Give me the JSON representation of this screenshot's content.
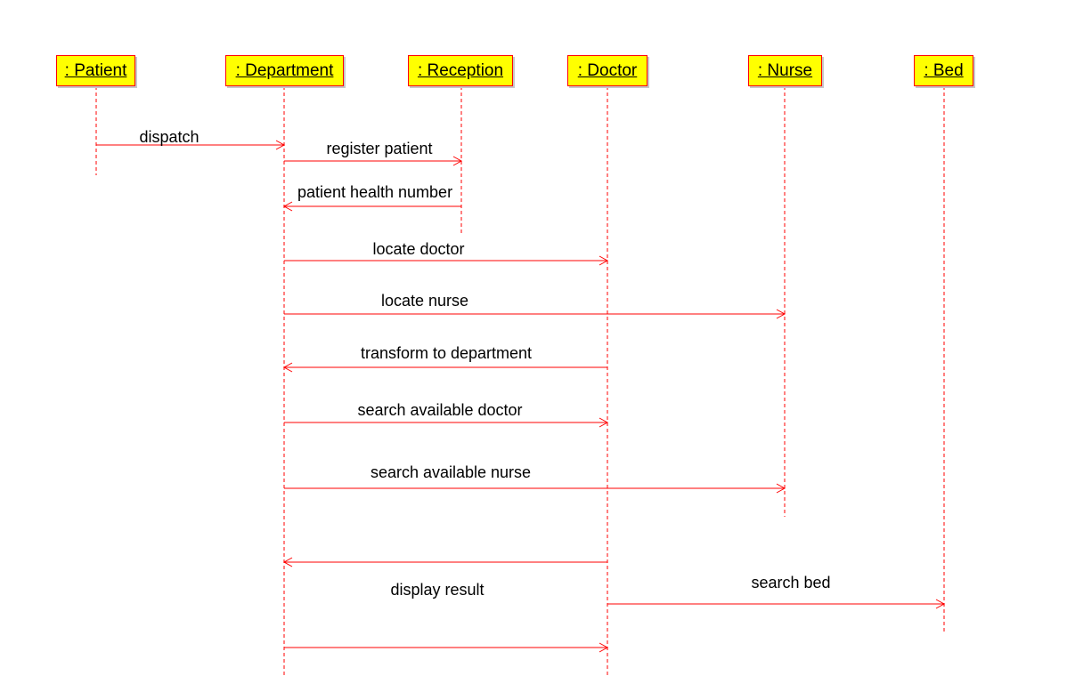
{
  "diagram": {
    "line_color": "#ff0000",
    "box_fill": "#ffff00",
    "actors": [
      {
        "id": "patient",
        "label": ": Patient"
      },
      {
        "id": "department",
        "label": ": Department"
      },
      {
        "id": "reception",
        "label": ": Reception"
      },
      {
        "id": "doctor",
        "label": ": Doctor"
      },
      {
        "id": "nurse",
        "label": ": Nurse"
      },
      {
        "id": "bed",
        "label": ": Bed"
      }
    ],
    "messages": [
      {
        "from": "patient",
        "to": "department",
        "label": "dispatch"
      },
      {
        "from": "department",
        "to": "reception",
        "label": "register patient"
      },
      {
        "from": "reception",
        "to": "department",
        "label": "patient health number"
      },
      {
        "from": "department",
        "to": "doctor",
        "label": "locate doctor"
      },
      {
        "from": "department",
        "to": "nurse",
        "label": "locate nurse"
      },
      {
        "from": "doctor",
        "to": "department",
        "label": "transform to department"
      },
      {
        "from": "department",
        "to": "doctor",
        "label": "search available doctor"
      },
      {
        "from": "department",
        "to": "nurse",
        "label": "search available nurse"
      },
      {
        "from": "doctor",
        "to": "department",
        "label": ""
      },
      {
        "from": "doctor",
        "to": "bed",
        "label": "search bed"
      },
      {
        "from": "department",
        "to": "doctor",
        "label": ""
      }
    ],
    "notes": [
      {
        "label": "display result"
      }
    ]
  }
}
